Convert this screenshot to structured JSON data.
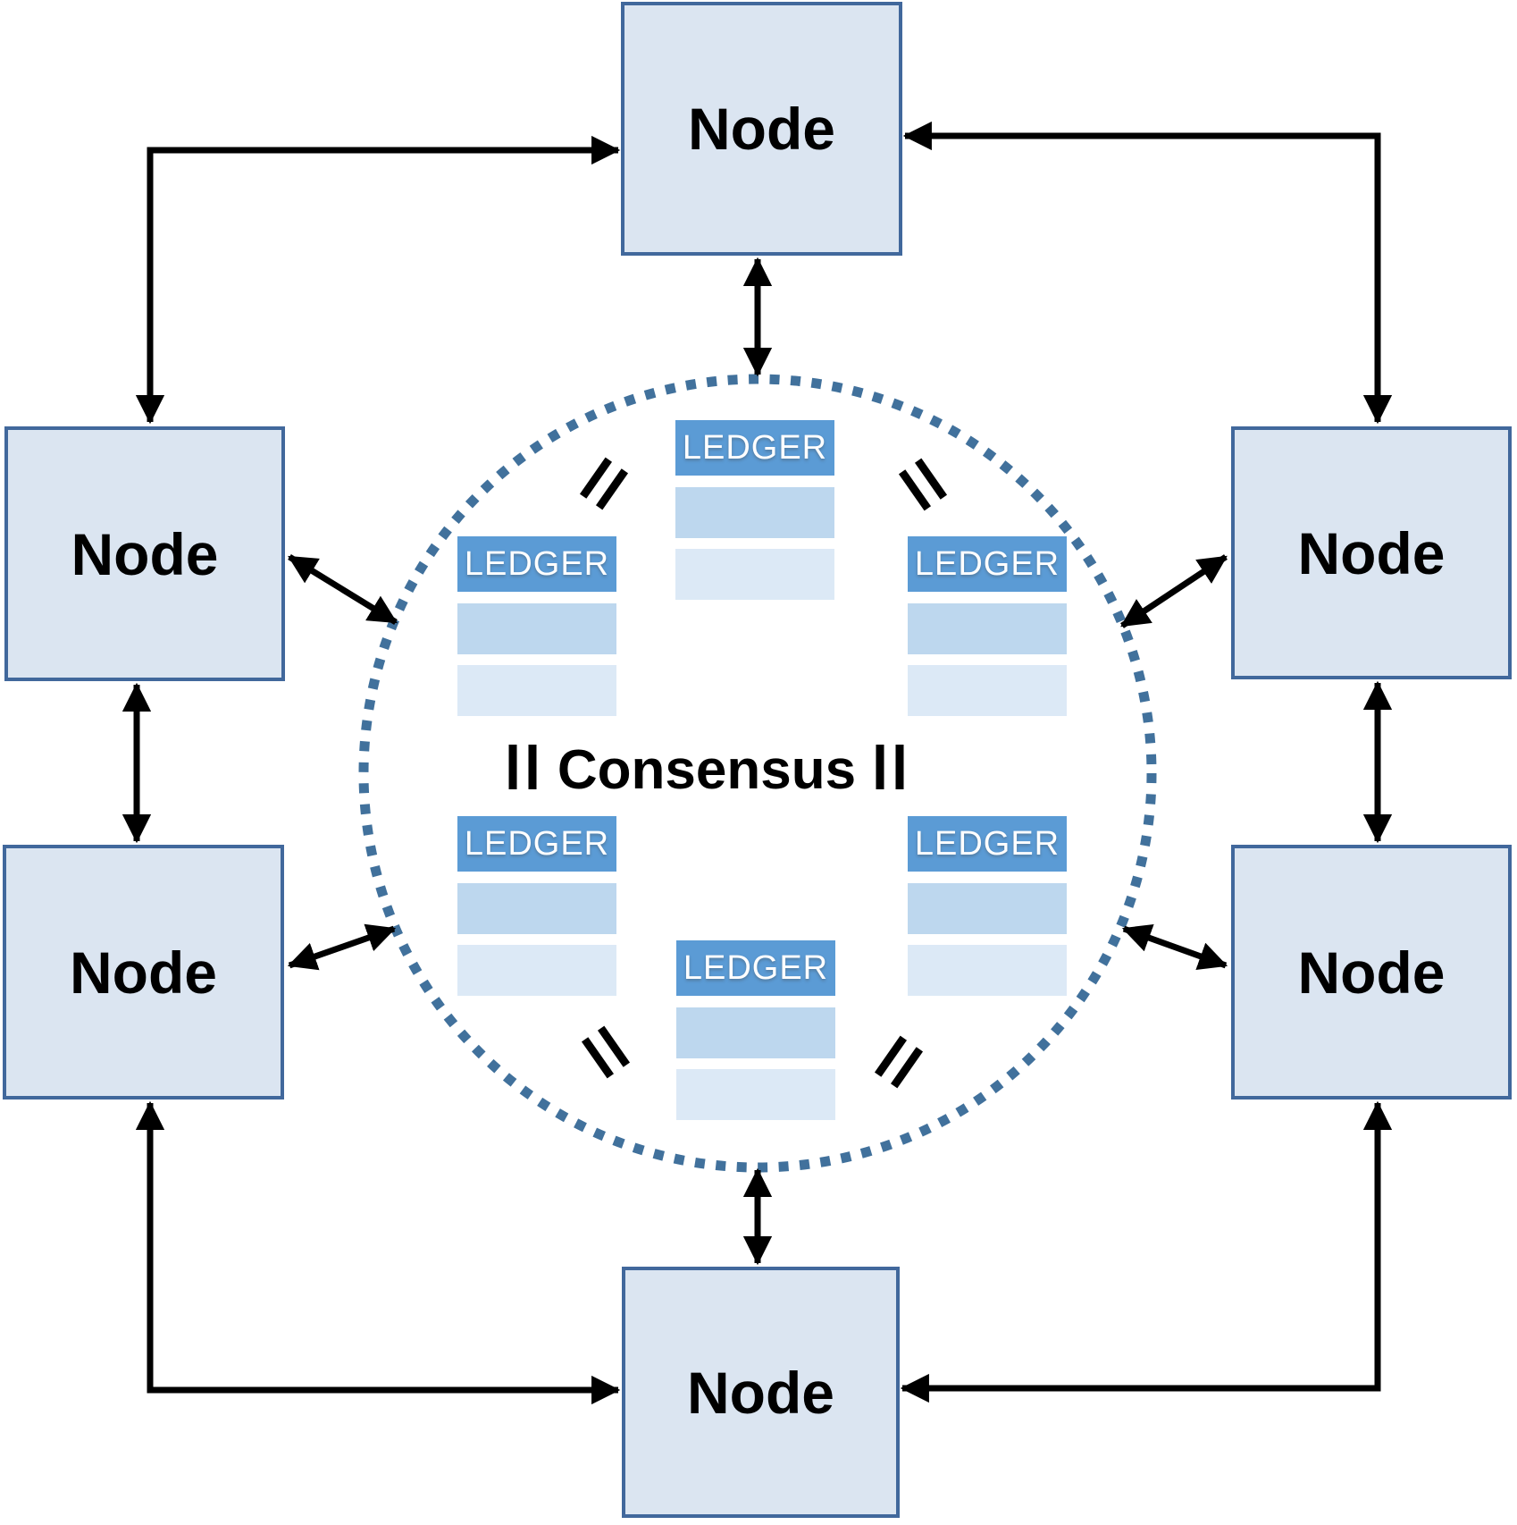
{
  "colors": {
    "node_fill": "#dbe5f1",
    "node_border": "#41689c",
    "ledger_header": "#5b9bd5",
    "ledger_row_a": "#bdd7ee",
    "ledger_row_b": "#dce9f6",
    "circle_dotted": "#41719c",
    "connector": "#000000"
  },
  "nodes": [
    {
      "id": "top",
      "label": "Node"
    },
    {
      "id": "upper-left",
      "label": "Node"
    },
    {
      "id": "upper-right",
      "label": "Node"
    },
    {
      "id": "lower-left",
      "label": "Node"
    },
    {
      "id": "lower-right",
      "label": "Node"
    },
    {
      "id": "bottom",
      "label": "Node"
    }
  ],
  "consensus_circle": {
    "label": "Consensus",
    "ledgers": [
      {
        "id": "top",
        "title": "LEDGER",
        "rows": 2
      },
      {
        "id": "upper-left",
        "title": "LEDGER",
        "rows": 2
      },
      {
        "id": "upper-right",
        "title": "LEDGER",
        "rows": 2
      },
      {
        "id": "lower-left",
        "title": "LEDGER",
        "rows": 2
      },
      {
        "id": "lower-right",
        "title": "LEDGER",
        "rows": 2
      },
      {
        "id": "bottom",
        "title": "LEDGER",
        "rows": 2
      }
    ],
    "equals_sign_count": 6
  }
}
